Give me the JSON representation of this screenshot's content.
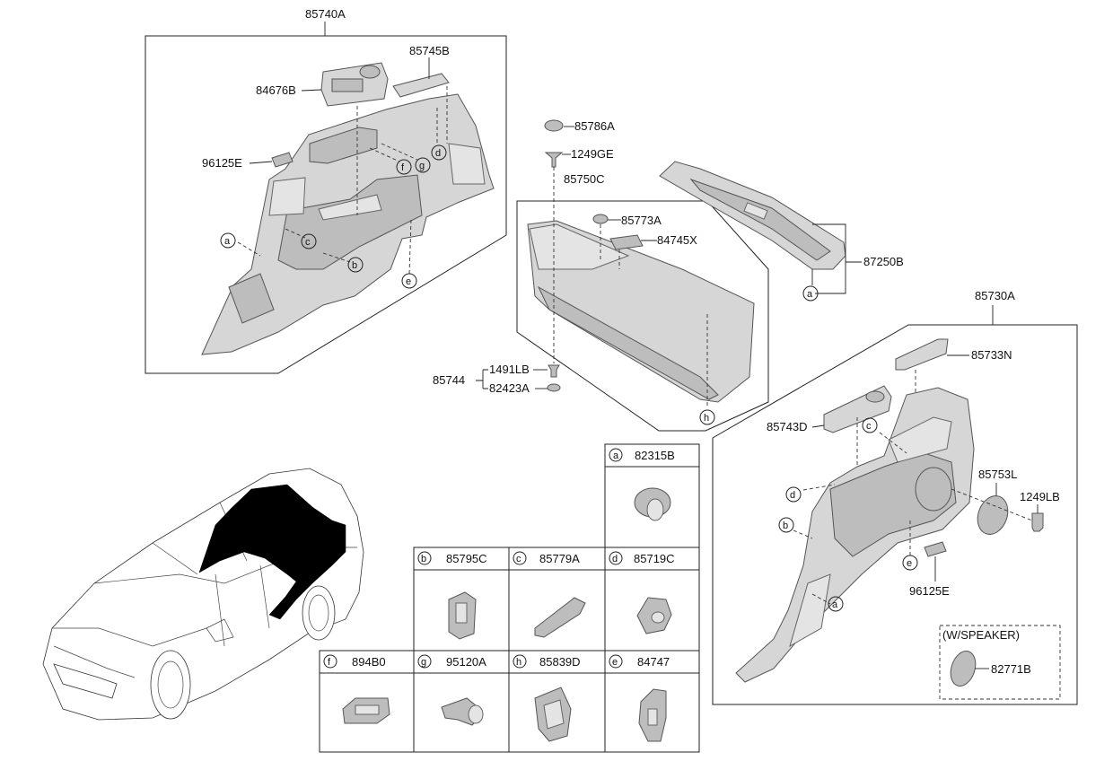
{
  "labels": {
    "group_left": "85740A",
    "p_85745B": "85745B",
    "p_84676B": "84676B",
    "p_96125E_top": "96125E",
    "p_85786A": "85786A",
    "p_1249GE": "1249GE",
    "p_85750C": "85750C",
    "p_85773A": "85773A",
    "p_84745X": "84745X",
    "p_87250B": "87250B",
    "group_right": "85730A",
    "p_85733N": "85733N",
    "p_85743D": "85743D",
    "p_85753L": "85753L",
    "p_1249LB": "1249LB",
    "p_96125E_bottom": "96125E",
    "p_85744": "85744",
    "p_1491LB": "1491LB",
    "p_82423A": "82423A",
    "w_speaker": "(W/SPEAKER)",
    "p_82771B": "82771B"
  },
  "callouts": {
    "a": "a",
    "b": "b",
    "c": "c",
    "d": "d",
    "e": "e",
    "f": "f",
    "g": "g",
    "h": "h"
  },
  "table": {
    "a_code": "82315B",
    "b_code": "85795C",
    "c_code": "85779A",
    "d_code": "85719C",
    "f_code": "894B0",
    "g_code": "95120A",
    "h_code": "85839D",
    "e_code": "84747"
  },
  "icons": {
    "car": "suv-outline-icon",
    "highlight_color": "#000000"
  }
}
